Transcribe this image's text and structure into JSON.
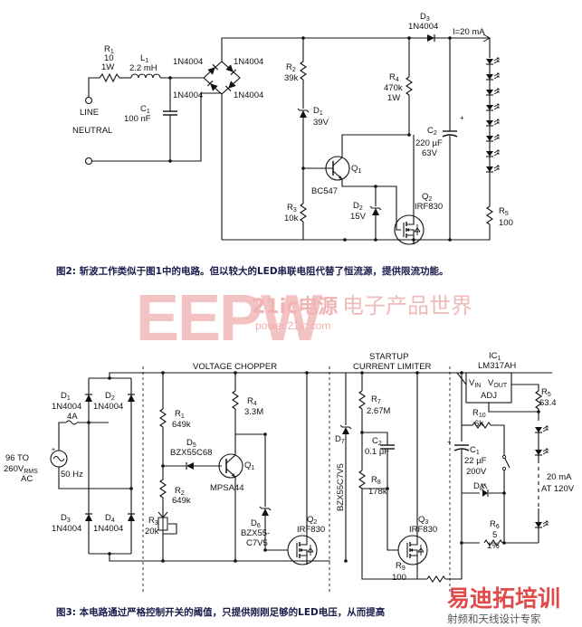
{
  "fig2": {
    "caption": "图2: 斩波工作类似于图1中的电路。但以较大的LED串联电阻代替了恒流源，提供限流功能。",
    "r1": {
      "name": "R",
      "sub": "1",
      "val1": "10",
      "val2": "1W"
    },
    "l1": {
      "name": "L",
      "sub": "1",
      "val": "2.2 mH"
    },
    "c1": {
      "name": "C",
      "sub": "1",
      "val": "100 nF"
    },
    "line": "LINE",
    "neutral": "NEUTRAL",
    "bridge": [
      "1N4004",
      "1N4004",
      "1N4004",
      "1N4004"
    ],
    "r2": {
      "name": "R",
      "sub": "2",
      "val": "39k"
    },
    "d1": {
      "name": "D",
      "sub": "1",
      "val": "39V"
    },
    "q1": {
      "name": "Q",
      "sub": "1",
      "part": "BC547"
    },
    "r3": {
      "name": "R",
      "sub": "3",
      "val": "10k"
    },
    "d2": {
      "name": "D",
      "sub": "2",
      "val": "15V"
    },
    "q2": {
      "name": "Q",
      "sub": "2",
      "part": "IRF830"
    },
    "d3": {
      "name": "D",
      "sub": "3",
      "val": "1N4004"
    },
    "r4": {
      "name": "R",
      "sub": "4",
      "val1": "470k",
      "val2": "1W"
    },
    "c2": {
      "name": "C",
      "sub": "2",
      "val1": "220 µF",
      "val2": "63V"
    },
    "current": "I=20 mA",
    "r5": {
      "name": "R",
      "sub": "5",
      "val": "100"
    }
  },
  "watermark": {
    "brand": "EEPW",
    "sub1": "21ic电源",
    "sub2": "电子产品世界",
    "url": "power.21ic.com"
  },
  "fig3": {
    "caption": "图3: 本电路通过严格控制开关的阈值，只提供刚刚足够的LED电压，从而提高",
    "logo_main": "易迪拓培训",
    "logo_sub": "射频和天线设计专家",
    "section1": "VOLTAGE CHOPPER",
    "section2a": "STARTUP",
    "section2b": "CURRENT LIMITER",
    "d1": {
      "name": "D",
      "sub": "1",
      "val": "1N4004"
    },
    "d2": {
      "name": "D",
      "sub": "2",
      "val": "1N4004"
    },
    "d3": {
      "name": "D",
      "sub": "3",
      "val": "1N4004"
    },
    "d4": {
      "name": "D",
      "sub": "4",
      "val": "1N4004"
    },
    "fuse": "4A",
    "src_v": "96 TO",
    "src_v2": "260V",
    "src_rms": "RMS",
    "src_ac": "AC",
    "src_f": "50 Hz",
    "r1": {
      "name": "R",
      "sub": "1",
      "val": "649k"
    },
    "d5": {
      "name": "D",
      "sub": "5",
      "val": "BZX55C68"
    },
    "q1": {
      "name": "Q",
      "sub": "1",
      "part": "MPSA44"
    },
    "r2": {
      "name": "R",
      "sub": "2",
      "val": "649k"
    },
    "r3": {
      "name": "R",
      "sub": "3",
      "val": "20k"
    },
    "r4": {
      "name": "R",
      "sub": "4",
      "val": "3.3M"
    },
    "d6": {
      "name": "D",
      "sub": "6",
      "val1": "BZX55-",
      "val2": "C7V5"
    },
    "q2": {
      "name": "Q",
      "sub": "2",
      "part": "IRF830"
    },
    "d7": {
      "name": "D",
      "sub": "7",
      "val": "BZX55C7V5"
    },
    "r7": {
      "name": "R",
      "sub": "7",
      "val": "2.67M"
    },
    "c2": {
      "name": "C",
      "sub": "2",
      "val": "0.1 µF"
    },
    "r8": {
      "name": "R",
      "sub": "8",
      "val": "178k"
    },
    "q3": {
      "name": "Q",
      "sub": "3",
      "part": "IRF830"
    },
    "r9": {
      "name": "R",
      "sub": "9",
      "val": "100"
    },
    "ic1": {
      "name": "IC",
      "sub": "1",
      "part": "LM317AH",
      "vin": "V",
      "vin_sub": "IN",
      "vout": "V",
      "vout_sub": "OUT",
      "adj": "ADJ"
    },
    "r5": {
      "name": "R",
      "sub": "5",
      "val": "63.4"
    },
    "r10": {
      "name": "R",
      "sub": "10",
      "val": "6k"
    },
    "c1": {
      "name": "C",
      "sub": "1",
      "val1": "22 µF",
      "val2": "200V"
    },
    "d8": {
      "name": "D",
      "sub": "8"
    },
    "r6": {
      "name": "R",
      "sub": "6",
      "val1": "5",
      "val2": "1%"
    },
    "out_i": "20 mA",
    "out_v": "AT 120V"
  }
}
